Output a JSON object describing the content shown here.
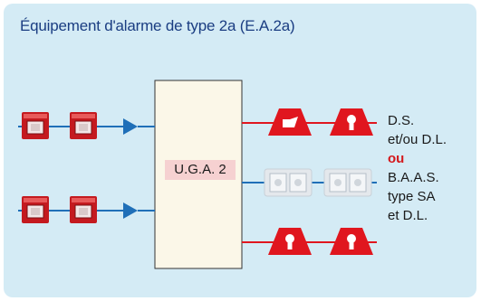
{
  "title": "Équipement d'alarme de type 2a (E.A.2a)",
  "uga_label": "U.G.A. 2",
  "right_labels": {
    "line1": "D.S.",
    "line2": "et/ou D.L.",
    "ou": "ou",
    "line4": "B.A.A.S.",
    "line5": "type SA",
    "line6": "et D.L."
  },
  "icons": {
    "manual_call_point": "manual-call-point-icon",
    "flash_device": "flashing-light-icon",
    "audible_device": "sounder-icon",
    "baas": "baas-unit-icon"
  },
  "colors": {
    "panel": "#d4ebf5",
    "title": "#1a3d82",
    "line_red": "#e0161e",
    "line_blue": "#1f6fb8",
    "uga_fill": "#fbf7e8",
    "uga_label_bg": "#f6d1d1",
    "ou": "#d4181c"
  }
}
